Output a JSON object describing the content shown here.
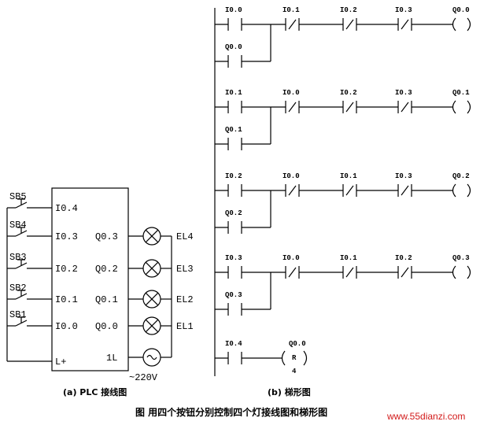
{
  "wiring": {
    "buttons": [
      "SB5",
      "SB4",
      "SB3",
      "SB2",
      "SB1"
    ],
    "inputs": [
      "I0.4",
      "I0.3",
      "I0.2",
      "I0.1",
      "I0.0"
    ],
    "common": "L+",
    "outputs": [
      "Q0.3",
      "Q0.2",
      "Q0.1",
      "Q0.0"
    ],
    "output_common": "1L",
    "lamps": [
      "EL4",
      "EL3",
      "EL2",
      "EL1"
    ],
    "supply": "~220V",
    "caption": "(a) PLC 接线图"
  },
  "ladder": {
    "rungs": [
      {
        "contacts": [
          "I0.0",
          "I0.1",
          "I0.2",
          "I0.3"
        ],
        "seal": "Q0.0",
        "coil": "Q0.0"
      },
      {
        "contacts": [
          "I0.1",
          "I0.0",
          "I0.2",
          "I0.3"
        ],
        "seal": "Q0.1",
        "coil": "Q0.1"
      },
      {
        "contacts": [
          "I0.2",
          "I0.0",
          "I0.1",
          "I0.3"
        ],
        "seal": "Q0.2",
        "coil": "Q0.2"
      },
      {
        "contacts": [
          "I0.3",
          "I0.0",
          "I0.1",
          "I0.2"
        ],
        "seal": "Q0.3",
        "coil": "Q0.3"
      }
    ],
    "reset": {
      "contact": "I0.4",
      "target": "Q0.0",
      "coil": "R",
      "count": "4"
    },
    "caption": "(b) 梯形图"
  },
  "figure_title": "图 用四个按钮分别控制四个灯接线图和梯形图",
  "watermark": "www.55dianzi.com",
  "colors": {
    "line": "#000000",
    "watermark": "#d21a1a"
  }
}
